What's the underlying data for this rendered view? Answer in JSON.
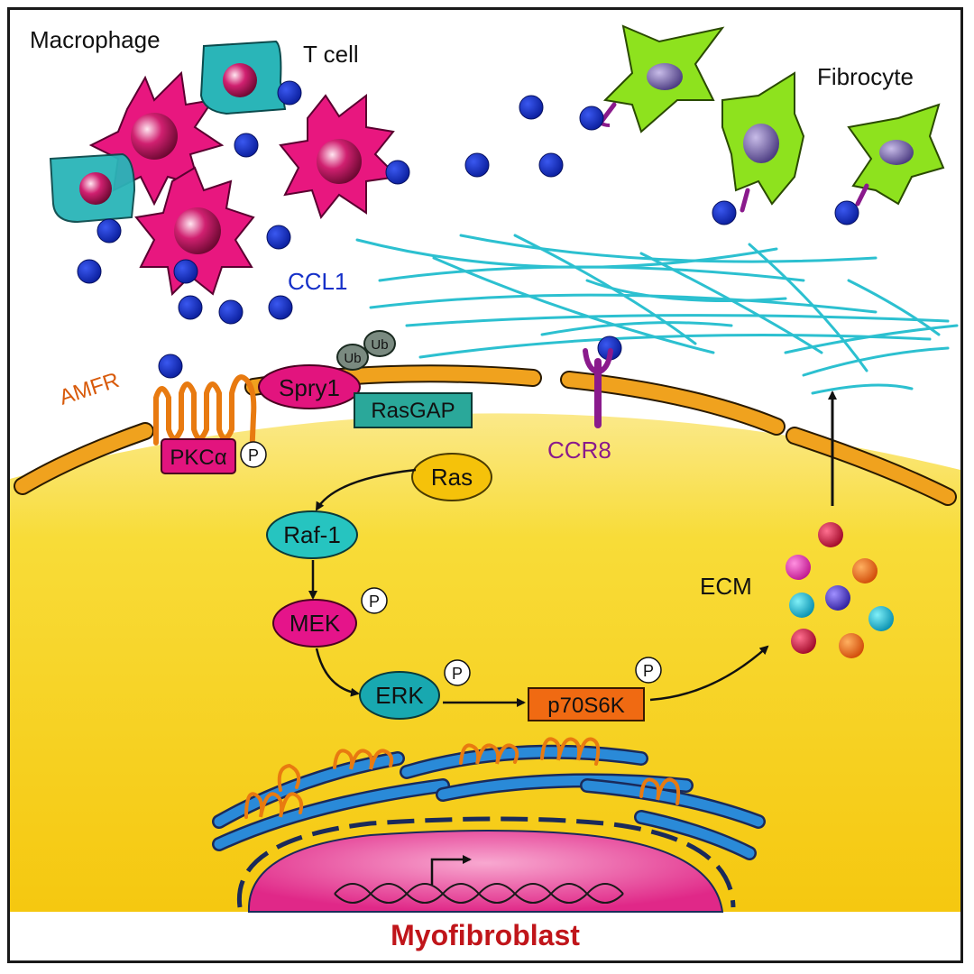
{
  "labels": {
    "macrophage": "Macrophage",
    "t_cell": "T cell",
    "fibrocyte": "Fibrocyte",
    "ccl1": "CCL1",
    "amfr": "AMFR",
    "spry1": "Spry1",
    "ub": "Ub",
    "rasgap": "RasGAP",
    "pkc": "PKCα",
    "p": "P",
    "ccr8": "CCR8",
    "ras": "Ras",
    "raf1": "Raf-1",
    "mek": "MEK",
    "erk": "ERK",
    "p70s6k": "p70S6K",
    "ecm": "ECM",
    "myofibroblast": "Myofibroblast"
  },
  "colors": {
    "macrophage": "#e8177f",
    "t_cell": "#2ab5b8",
    "fibrocyte": "#8ee21e",
    "ccl1_dot": "#1530c8",
    "membrane": "#f0a21e",
    "cytoplasm": "#f8d818",
    "collagen": "#2cc0d0",
    "ccr8": "#8a1a8c",
    "nucleus": "#e8509a",
    "er": "#2a8ad8",
    "title": "#c0151a",
    "spry1": "#e2147e",
    "rasgap": "#2aa89a",
    "ras": "#f5c20a",
    "raf1": "#26c4c0",
    "mek": "#e5148a",
    "erk": "#18a8b0",
    "p70s6k": "#f06a12"
  }
}
